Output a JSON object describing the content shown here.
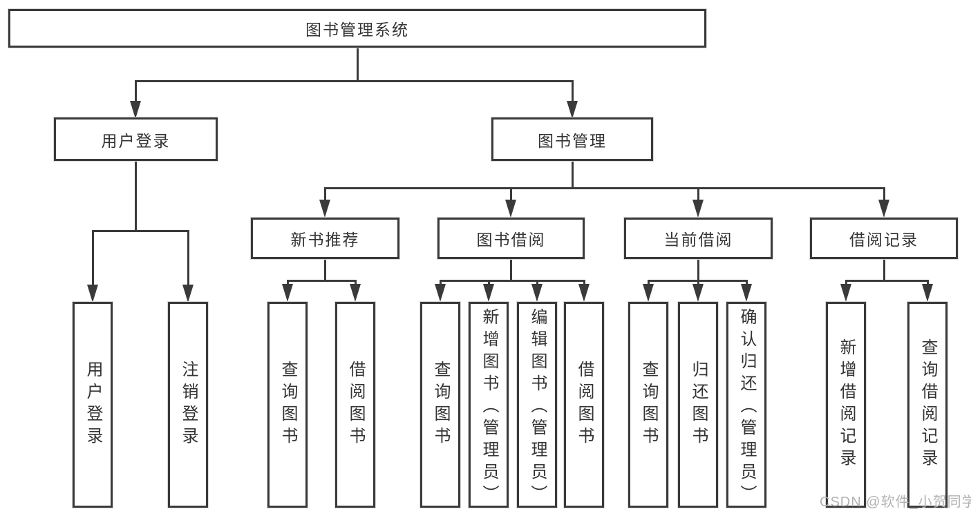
{
  "diagram": {
    "title": "图书管理系统",
    "nodes": {
      "root": {
        "label": "图书管理系统"
      },
      "user_login": {
        "label": "用户登录"
      },
      "book_management": {
        "label": "图书管理"
      },
      "new_book_recommend": {
        "label": "新书推荐"
      },
      "book_borrow": {
        "label": "图书借阅"
      },
      "current_borrow": {
        "label": "当前借阅"
      },
      "borrow_records": {
        "label": "借阅记录"
      },
      "leaf_user_login": {
        "label": "用户登录"
      },
      "leaf_logout": {
        "label": "注销登录"
      },
      "leaf_nb_query": {
        "label": "查询图书"
      },
      "leaf_nb_borrow": {
        "label": "借阅图书"
      },
      "leaf_bb_query": {
        "label": "查询图书"
      },
      "leaf_bb_add": {
        "label": "新增图书（管理员）"
      },
      "leaf_bb_edit": {
        "label": "编辑图书（管理员）"
      },
      "leaf_bb_borrow": {
        "label": "借阅图书"
      },
      "leaf_cb_query": {
        "label": "查询图书"
      },
      "leaf_cb_return": {
        "label": "归还图书"
      },
      "leaf_cb_confirm": {
        "label": "确认归还（管理员）"
      },
      "leaf_br_add": {
        "label": "新增借阅记录"
      },
      "leaf_br_query": {
        "label": "查询借阅记录"
      }
    },
    "hierarchy": {
      "图书管理系统": {
        "用户登录": [
          "用户登录",
          "注销登录"
        ],
        "图书管理": {
          "新书推荐": [
            "查询图书",
            "借阅图书"
          ],
          "图书借阅": [
            "查询图书",
            "新增图书（管理员）",
            "编辑图书（管理员）",
            "借阅图书"
          ],
          "当前借阅": [
            "查询图书",
            "归还图书",
            "确认归还（管理员）"
          ],
          "借阅记录": [
            "新增借阅记录",
            "查询借阅记录"
          ]
        }
      }
    },
    "colors": {
      "line": "#3a3a3a",
      "box_border": "#3a3a3a",
      "text": "#333333",
      "background": "#ffffff",
      "watermark": "#b2b2b2"
    }
  },
  "watermark": {
    "text": "CSDN @软件_小贺同学"
  }
}
